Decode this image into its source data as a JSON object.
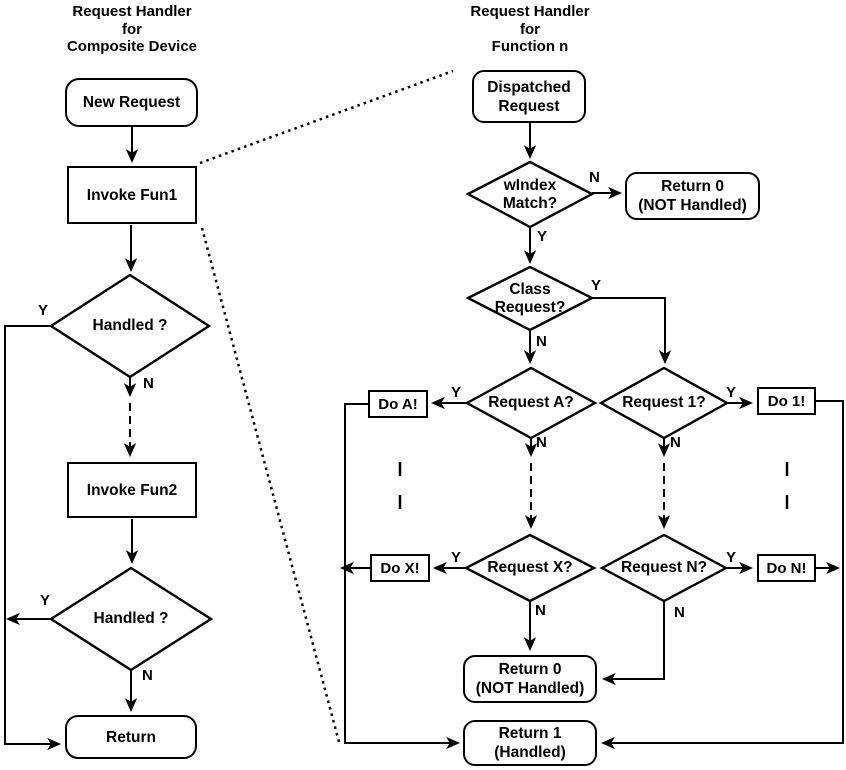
{
  "colors": {
    "ink": "#000000",
    "paper": "#ffffff"
  },
  "left": {
    "title": "Request Handler\nfor\nComposite Device",
    "nodes": {
      "new_request": "New Request",
      "invoke_fun1": "Invoke Fun1",
      "handled_1": "Handled ?",
      "invoke_fun2": "Invoke Fun2",
      "handled_2": "Handled ?",
      "return": "Return"
    }
  },
  "right": {
    "title": "Request Handler\nfor\nFunction n",
    "nodes": {
      "dispatched": "Dispatched\nRequest",
      "windex_match": "wIndex\nMatch?",
      "return0_top": "Return 0\n(NOT Handled)",
      "class_request": "Class\nRequest?",
      "request_a": "Request A?",
      "request_1": "Request 1?",
      "do_a": "Do A!",
      "do_1": "Do 1!",
      "request_x": "Request X?",
      "request_n": "Request N?",
      "do_x": "Do X!",
      "do_n": "Do N!",
      "return0_bottom": "Return 0\n(NOT Handled)",
      "return1": "Return 1\n(Handled)"
    }
  },
  "labels": {
    "handled1_yes": "Y",
    "handled1_no": "N",
    "handled2_yes": "Y",
    "handled2_no": "N",
    "windex_no": "N",
    "windex_yes": "Y",
    "class_yes": "Y",
    "class_no": "N",
    "request_a_yes": "Y",
    "request_a_no": "N",
    "request_1_yes": "Y",
    "request_1_no": "N",
    "request_x_yes": "Y",
    "request_x_no": "N",
    "request_n_yes": "Y",
    "request_n_no": "N"
  }
}
